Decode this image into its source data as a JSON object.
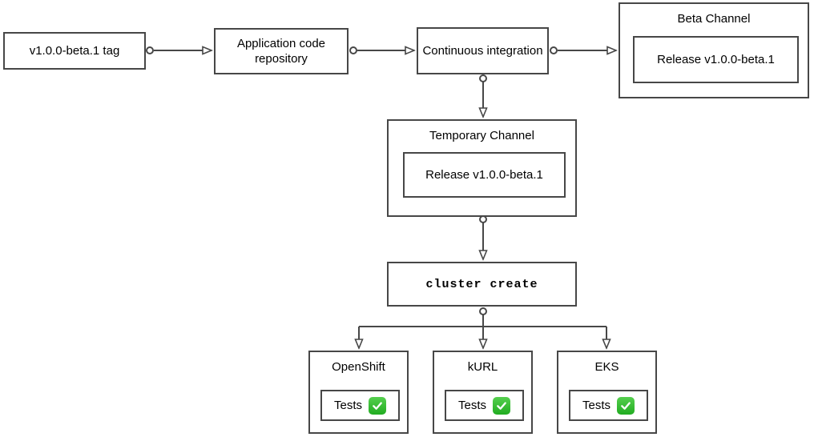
{
  "flowchart": {
    "nodes": {
      "tag_box": {
        "label": "v1.0.0-beta.1 tag"
      },
      "app_repo_box": {
        "label": "Application code repository"
      },
      "ci_box": {
        "label": "Continuous integration"
      },
      "beta_channel": {
        "title": "Beta Channel",
        "release_box": "Release v1.0.0-beta.1"
      },
      "temporary_channel": {
        "title": "Temporary Channel",
        "release_box": "Release v1.0.0-beta.1"
      },
      "cluster_create_box": {
        "label": "cluster create"
      },
      "clusters": [
        {
          "title": "OpenShift",
          "tests_label": "Tests",
          "status_icon": "check-mark-button"
        },
        {
          "title": "kURL",
          "tests_label": "Tests",
          "status_icon": "check-mark-button"
        },
        {
          "title": "EKS",
          "tests_label": "Tests",
          "status_icon": "check-mark-button"
        }
      ]
    },
    "colors": {
      "stroke": "#474747",
      "background": "#ffffff",
      "text": "#000000",
      "check_green": "#21ac21",
      "check_mark": "#ffffff"
    }
  }
}
